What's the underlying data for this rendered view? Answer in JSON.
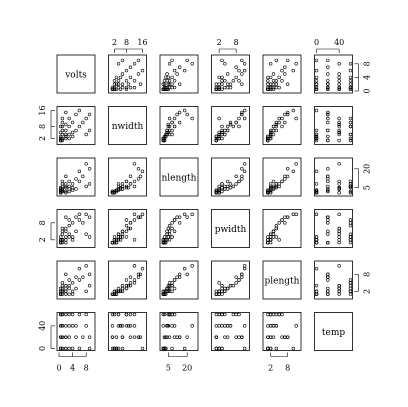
{
  "chart_data": {
    "type": "scatter",
    "variables": [
      {
        "name": "volts",
        "range": [
          0,
          10
        ]
      },
      {
        "name": "nwidth",
        "range": [
          0,
          17
        ]
      },
      {
        "name": "nlength",
        "range": [
          0,
          27
        ]
      },
      {
        "name": "pwidth",
        "range": [
          0,
          12
        ]
      },
      {
        "name": "plength",
        "range": [
          0,
          12
        ]
      },
      {
        "name": "temp",
        "range": [
          0,
          60
        ]
      }
    ],
    "ticks": {
      "top": [
        {
          "col": 1,
          "values": [
            2,
            8,
            16
          ],
          "labels": [
            "2",
            "8",
            "16"
          ]
        },
        {
          "col": 3,
          "values": [
            2,
            8
          ],
          "labels": [
            "2",
            "8"
          ]
        },
        {
          "col": 5,
          "values": [
            0,
            40
          ],
          "labels": [
            "0",
            "40"
          ]
        }
      ],
      "bottom": [
        {
          "col": 0,
          "values": [
            0,
            4,
            8
          ],
          "labels": [
            "0",
            "4",
            "8"
          ]
        },
        {
          "col": 2,
          "values": [
            5,
            20
          ],
          "labels": [
            "5",
            "20"
          ]
        },
        {
          "col": 4,
          "values": [
            2,
            8
          ],
          "labels": [
            "2",
            "8"
          ]
        }
      ],
      "left": [
        {
          "row": 1,
          "values": [
            2,
            8,
            16
          ],
          "labels": [
            "2",
            "8",
            "16"
          ]
        },
        {
          "row": 3,
          "values": [
            2,
            8
          ],
          "labels": [
            "2",
            "8"
          ]
        },
        {
          "row": 5,
          "values": [
            0,
            40
          ],
          "labels": [
            "0",
            "40"
          ]
        }
      ],
      "right": [
        {
          "row": 0,
          "values": [
            0,
            4,
            8
          ],
          "labels": [
            "0",
            "4",
            "8"
          ]
        },
        {
          "row": 2,
          "values": [
            5,
            20
          ],
          "labels": [
            "5",
            "20"
          ]
        },
        {
          "row": 4,
          "values": [
            2,
            8
          ],
          "labels": [
            "2",
            "8"
          ]
        }
      ]
    },
    "observations": [
      [
        0.5,
        1,
        1,
        1,
        1,
        0
      ],
      [
        0.5,
        1,
        2,
        1,
        1,
        20
      ],
      [
        0.5,
        1,
        1,
        1,
        1,
        40
      ],
      [
        0.5,
        2,
        2,
        1,
        1,
        0
      ],
      [
        0.5,
        3,
        3,
        1,
        2,
        20
      ],
      [
        0.5,
        5,
        4,
        2,
        2,
        40
      ],
      [
        0.5,
        8,
        5,
        3,
        3,
        60
      ],
      [
        0.5,
        1,
        1,
        1,
        1,
        60
      ],
      [
        0.5,
        2,
        1,
        2,
        1,
        0
      ],
      [
        1,
        6,
        4,
        4,
        2,
        20
      ],
      [
        1,
        10,
        8,
        6,
        4,
        40
      ],
      [
        1,
        2,
        2,
        2,
        2,
        60
      ],
      [
        1,
        4,
        3,
        2,
        2,
        0
      ],
      [
        1,
        1,
        2,
        1,
        1,
        20
      ],
      [
        1,
        8,
        10,
        5,
        3,
        40
      ],
      [
        1,
        12,
        6,
        2,
        5,
        60
      ],
      [
        2,
        3,
        2,
        1,
        1,
        0
      ],
      [
        2,
        6,
        6,
        5,
        3,
        20
      ],
      [
        2,
        9,
        5,
        6,
        4,
        40
      ],
      [
        2,
        4,
        8,
        3,
        2,
        60
      ],
      [
        2,
        2,
        1,
        2,
        2,
        0
      ],
      [
        2,
        15,
        14,
        10,
        8,
        20
      ],
      [
        3,
        4,
        4,
        4,
        3,
        40
      ],
      [
        3,
        8,
        6,
        7,
        4,
        60
      ],
      [
        3,
        2,
        2,
        3,
        1,
        0
      ],
      [
        3,
        12,
        10,
        9,
        6,
        20
      ],
      [
        4,
        5,
        5,
        3,
        2,
        40
      ],
      [
        4,
        10,
        8,
        8,
        5,
        60
      ],
      [
        4,
        3,
        3,
        2,
        1,
        0
      ],
      [
        5,
        14,
        12,
        10,
        7,
        20
      ],
      [
        5,
        6,
        4,
        5,
        3,
        40
      ],
      [
        6,
        8,
        10,
        9,
        6,
        60
      ],
      [
        6,
        16,
        18,
        11,
        10,
        0
      ],
      [
        7,
        10,
        14,
        8,
        7,
        20
      ],
      [
        8,
        12,
        24,
        11,
        11,
        40
      ],
      [
        8,
        4,
        6,
        4,
        2,
        60
      ],
      [
        9,
        6,
        8,
        3,
        4,
        0
      ],
      [
        9,
        14,
        20,
        10,
        8,
        20
      ]
    ]
  }
}
